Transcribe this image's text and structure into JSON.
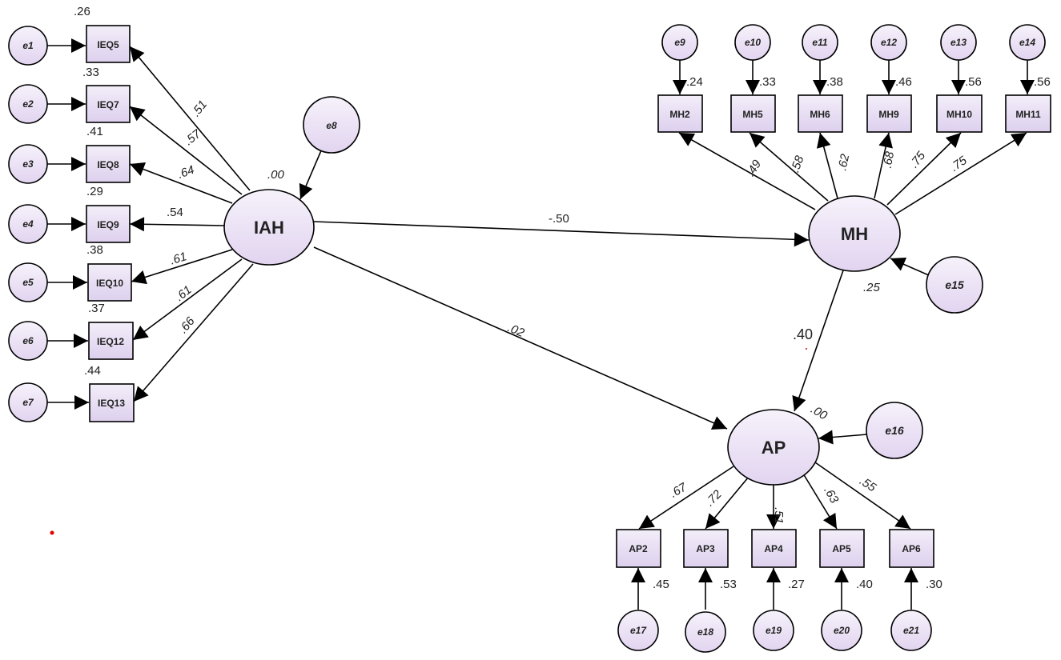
{
  "diagram": {
    "latents": {
      "iah": "IAH",
      "mh": "MH",
      "ap": "AP"
    },
    "errors": {
      "e1": "e1",
      "e2": "e2",
      "e3": "e3",
      "e4": "e4",
      "e5": "e5",
      "e6": "e6",
      "e7": "e7",
      "e8": "e8",
      "e9": "e9",
      "e10": "e10",
      "e11": "e11",
      "e12": "e12",
      "e13": "e13",
      "e14": "e14",
      "e15": "e15",
      "e16": "e16",
      "e17": "e17",
      "e18": "e18",
      "e19": "e19",
      "e20": "e20",
      "e21": "e21"
    },
    "indicators": {
      "ieq5": "IEQ5",
      "ieq7": "IEQ7",
      "ieq8": "IEQ8",
      "ieq9": "IEQ9",
      "ieq10": "IEQ10",
      "ieq12": "IEQ12",
      "ieq13": "IEQ13",
      "mh2": "MH2",
      "mh5": "MH5",
      "mh6": "MH6",
      "mh9": "MH9",
      "mh10": "MH10",
      "mh11": "MH11",
      "ap2": "AP2",
      "ap3": "AP3",
      "ap4": "AP4",
      "ap5": "AP5",
      "ap6": "AP6"
    },
    "r2": {
      "ieq5": ".26",
      "ieq7": ".33",
      "ieq8": ".41",
      "ieq9": ".29",
      "ieq10": ".38",
      "ieq12": ".37",
      "ieq13": ".44",
      "iah": ".00",
      "mh2": ".24",
      "mh5": ".33",
      "mh6": ".38",
      "mh9": ".46",
      "mh10": ".56",
      "mh11": ".56",
      "mh": ".25",
      "ap": ".00",
      "ap2": ".45",
      "ap3": ".53",
      "ap4": ".27",
      "ap5": ".40",
      "ap6": ".30"
    },
    "loadings": {
      "ieq5": ".51",
      "ieq7": ".57",
      "ieq8": ".64",
      "ieq9": ".54",
      "ieq10": ".61",
      "ieq12": ".61",
      "ieq13": ".66",
      "mh2": ".49",
      "mh5": ".58",
      "mh6": ".62",
      "mh9": ".68",
      "mh10": ".75",
      "mh11": ".75",
      "ap2": ".67",
      "ap3": ".72",
      "ap4": ".51",
      "ap5": ".63",
      "ap6": ".55"
    },
    "paths": {
      "iah_mh": "-.50",
      "iah_ap": ".02",
      "mh_ap": ".40"
    }
  }
}
